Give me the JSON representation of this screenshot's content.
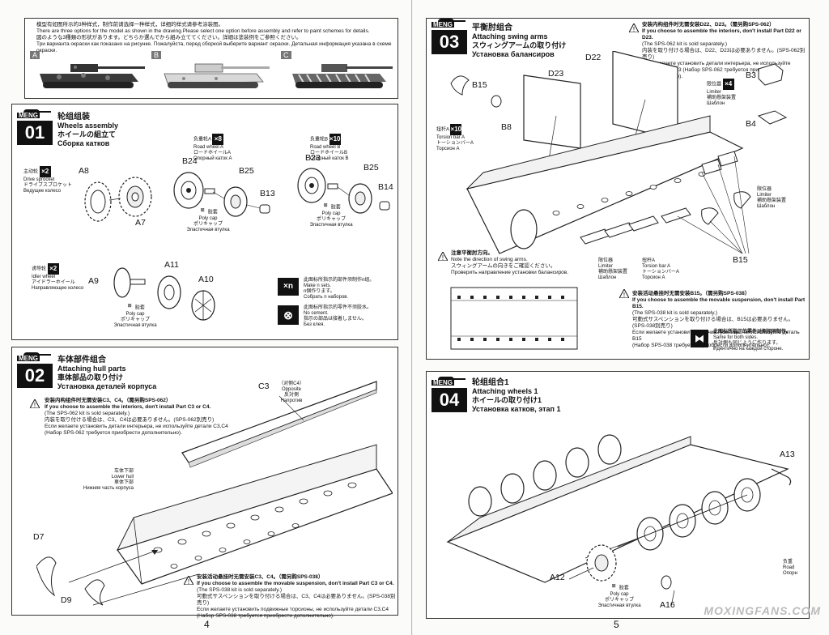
{
  "left_page": {
    "page_number": "4",
    "paint": {
      "lines": [
        "模型有如图所示的3种样式，制作前请选择一种样式，详细的样式请参考涂装图。",
        "There are three options for the model as shown in the drawing.Please select one option before assembly and refer to paint schemes for details.",
        "図のような3種類の形状があります。どちらか選んでから組み立ててください。詳細は塗装例をご参照ください。",
        "Три варианта окраски как показано на рисунке. Пожалуйста, перед сборкой выберите вариант окраски. Детальная информация указана в схеме окраски."
      ],
      "options": [
        "A",
        "B",
        "C"
      ]
    },
    "step1": {
      "number": "01",
      "brand": "MENG",
      "title_zh": "轮组组装",
      "title_en": "Wheels assembly",
      "title_ja": "ホイールの組立て",
      "title_ru": "Сборка катков",
      "drive": {
        "zh": "主动轮",
        "en": "Drive sprocket",
        "ja": "ドライブスプロケット",
        "ru": "Ведущее колесо",
        "count": "×2"
      },
      "road_a": {
        "zh": "负重轮A",
        "en": "Road wheel A",
        "ja": "ロードホイールA",
        "ru": "Опорный каток A",
        "count": "×8"
      },
      "road_b": {
        "zh": "负重轮B",
        "en": "Road wheel B",
        "ja": "ロードホイールB",
        "ru": "Опорный каток B",
        "count": "×10"
      },
      "idler": {
        "zh": "诱导轮",
        "en": "Idler wheel",
        "ja": "アイドラーホイール",
        "ru": "Направляющее колесо",
        "count": "×2"
      },
      "polycap": {
        "zh": "胶套",
        "en": "Poly cap",
        "ja": "ポリキャップ",
        "ru": "Эластичная втулка"
      },
      "parts": [
        "A8",
        "A7",
        "B24",
        "B25",
        "B13",
        "B23",
        "B25",
        "B14",
        "A9",
        "A11",
        "A10"
      ],
      "legend_nx": {
        "sym": "×n",
        "zh": "此图标所指示的部件须制作n组。",
        "en": "Make n sets.",
        "ja": "n個作ります。",
        "ru": "Собрать n наборов."
      },
      "legend_nocement": {
        "zh": "此图标所指示的零件不须胶水。",
        "en": "No cement.",
        "ja": "指示の部品は接着しません。",
        "ru": "Без клея."
      }
    },
    "step2": {
      "number": "02",
      "brand": "MENG",
      "title_zh": "车体部件组合",
      "title_en": "Attaching hull parts",
      "title_ja": "車体部品の取り付け",
      "title_ru": "Установка деталей корпуса",
      "note1": [
        "安装内构组件时无需安装C3、C4。（需另购SPS-062）",
        "If you choose to assemble the interiors, don't install Part C3 or C4.",
        "(The SPS-062 kit is sold separately.)",
        "内装を取り付ける場合は、C3、C4は必要ありません。(SPS-062別売り)",
        "Если желаете установить детали интерьера, не используйте детали C3,C4",
        "(Набор SPS-062 требуется приобрести дополнительно)."
      ],
      "note2": [
        "安装活动悬挂时无需安装C3、C4。（需另购SPS-038）",
        "If you choose to assemble the movable suspension, don't install Part C3 or C4.",
        "(The SPS-038 kit is sold separately.)",
        "可動式サスペンションを取り付ける場合は、C3、C4は必要ありません。(SPS-038別売り)",
        "Если желаете установить подвижные торсионы, не используйте детали C3,C4",
        "(Набор SPS-038 требуется приобрести дополнительно)."
      ],
      "c3": "C3",
      "c4_zh": "（对侧C4）",
      "c4_en": "Opposite",
      "c4_ja": "反対側",
      "c4_ru": "Напротив",
      "lower_hull": {
        "zh": "车体下部",
        "en": "Lower hull",
        "ja": "車体下部",
        "ru": "Нижняя часть корпуса"
      },
      "d7": "D7",
      "d9": "D9"
    }
  },
  "right_page": {
    "page_number": "5",
    "step3": {
      "number": "03",
      "brand": "MENG",
      "title_zh": "平衡肘组合",
      "title_en": "Attaching swing arms",
      "title_ja": "スウィングアームの取り付け",
      "title_ru": "Установка балансиров",
      "note1": [
        "安装内构组件时无需安装D22、D23。（需另购SPS-062）",
        "If you choose to assemble the interiors, don't install Part D22 or D23.",
        "(The SPS-062 kit is sold separately.)",
        "内装を取り付ける場合は、D22、D23は必要ありません。(SPS-062別売り)",
        "Если желаете установить детали интерьера, не используйте детали D22,D23 (Набор SPS-062 требуется приобрести дополнительно)."
      ],
      "d22": "D22",
      "d23": "D23",
      "b15": "B15",
      "b8": "B8",
      "b3": "B3",
      "b4": "B4",
      "torsion_a": {
        "zh": "扭杆A",
        "en": "Torsion bar A",
        "ja": "トーションバーA",
        "ru": "Торсион A",
        "count": "×10"
      },
      "limiter": {
        "zh": "限位器",
        "en": "Limiter",
        "ja": "補助懸架装置",
        "ru": "Шаблон",
        "count": "×4"
      },
      "direction": {
        "zh": "注意平衡肘方向。",
        "en": "Note the direction of swing arms.",
        "ja": "スウィングアームの向きをご確認ください。",
        "ru": "Проверить направление установки балансиров."
      },
      "note2": [
        "安装活动悬挂时无需安装B15。（需另购SPS-038）",
        "If you choose to assemble the movable suspension, don't install Part B15.",
        "(The SPS-038 kit is sold separately.)",
        "可動式サスペンションを取り付ける場合は、B15は必要ありません。(SPS-038別売り)",
        "Если желаете установить рабочие гусеницы, не используйте деталь B15",
        "(Набор SPS-038 требуется приобрести дополнительно)."
      ],
      "same": {
        "zh": "此图标所指示的零件对侧相同制作。",
        "en": "Same for both sides.",
        "ja": "反対側も同じように作ります。",
        "ru": "Идентично на каждой стороне."
      }
    },
    "step4": {
      "number": "04",
      "brand": "MENG",
      "title_zh": "轮组组合1",
      "title_en": "Attaching wheels 1",
      "title_ja": "ホイールの取り付け1",
      "title_ru": "Установка катков, этап 1",
      "a12": "A12",
      "a13": "A13",
      "a16": "A16",
      "polycap": {
        "zh": "胶套",
        "en": "Poly cap",
        "ja": "ポリキャップ",
        "ru": "Эластичная втулка"
      },
      "road_partial": {
        "zh": "负重",
        "en": "Road",
        "ru": "Опорн"
      }
    },
    "watermark": "MOXINGFANS.COM"
  }
}
